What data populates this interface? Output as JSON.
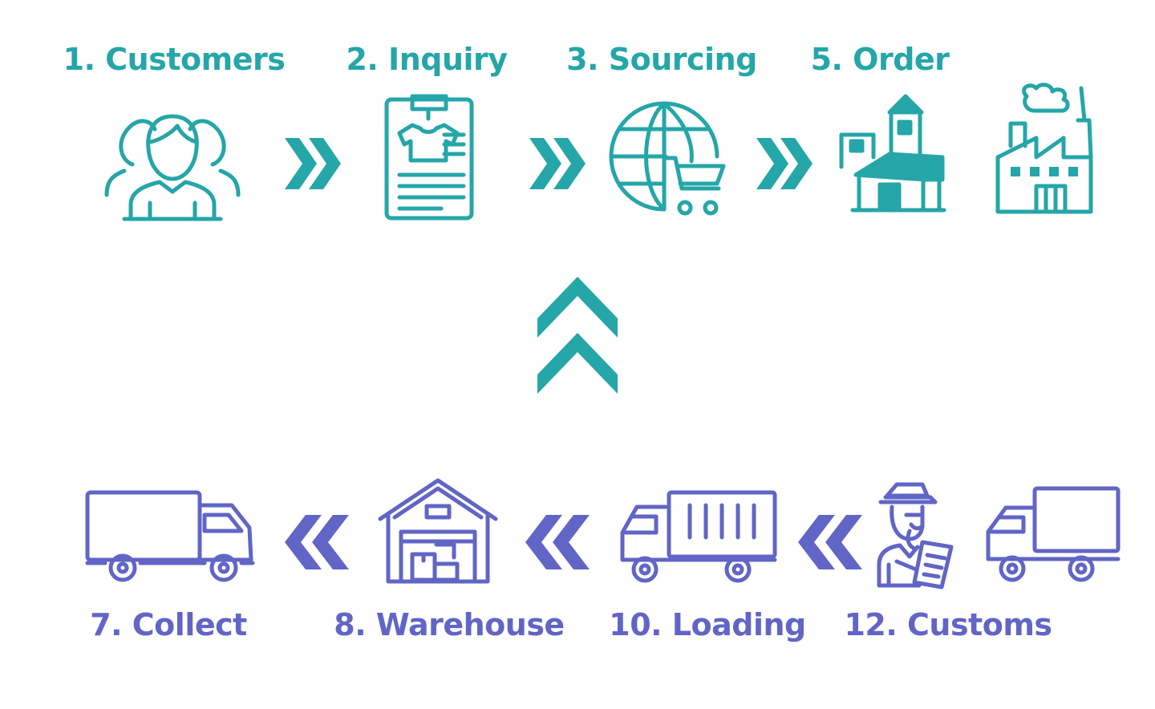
{
  "colors": {
    "teal": "#25a6a8",
    "purple": "#6165c6"
  },
  "top_row": {
    "steps": [
      {
        "label": "1. Customers",
        "icon": "people-group-icon"
      },
      {
        "label": "2. Inquiry",
        "icon": "clipboard-shirt-icon"
      },
      {
        "label": "3. Sourcing",
        "icon": "globe-cart-icon"
      },
      {
        "label": "5. Order",
        "icon": "buildings-icon"
      },
      {
        "label": "",
        "icon": "factory-icon"
      }
    ],
    "arrow_icon": "double-chevron-right-icon"
  },
  "connector_icon": "double-chevron-up-icon",
  "bottom_row": {
    "steps": [
      {
        "label": "7. Collect",
        "icon": "box-truck-icon"
      },
      {
        "label": "8. Warehouse",
        "icon": "warehouse-icon"
      },
      {
        "label": "10. Loading",
        "icon": "container-truck-icon"
      },
      {
        "label": "12. Customs",
        "icon": "customs-officer-icon"
      },
      {
        "label": "",
        "icon": "delivery-truck-icon"
      }
    ],
    "arrow_icon": "double-chevron-left-icon"
  }
}
